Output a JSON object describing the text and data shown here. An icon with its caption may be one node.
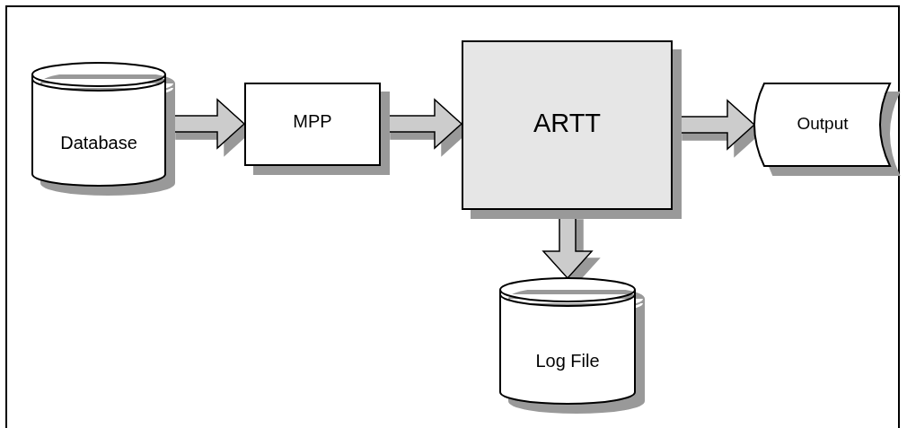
{
  "diagram": {
    "nodes": [
      {
        "text": [
          "Database"
        ]
      },
      {
        "text": [
          "MPP"
        ]
      },
      {
        "text": [
          "ARTT"
        ]
      },
      {
        "text": [
          "Output"
        ]
      },
      {
        "text": [
          "Log File"
        ]
      }
    ],
    "edges": [
      {
        "from": 0,
        "to": 1,
        "arrow": "to"
      },
      {
        "from": 1,
        "to": 2,
        "arrow": "to"
      },
      {
        "from": 2,
        "to": 3,
        "arrow": "to"
      },
      {
        "from": 2,
        "to": 4,
        "arrow": "to"
      }
    ]
  }
}
